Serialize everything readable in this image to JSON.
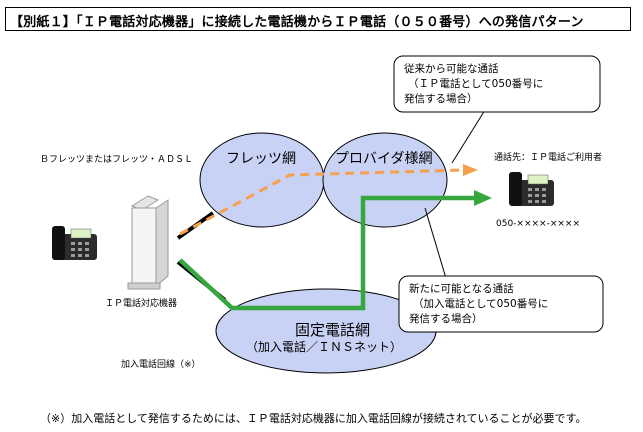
{
  "title": "【別紙１】「ＩＰ電話対応機器」に接続した電話機からＩＰ電話（０５０番号）への発信パターン",
  "labels": {
    "access_line": "Ｂフレッツまたはフレッツ・ＡＤＳＬ",
    "flets": "フレッツ網",
    "provider": "プロバイダ様網",
    "fixed_line_1": "固定電話網",
    "fixed_line_2": "（加入電話／ＩＮＳネット）",
    "ip_device": "ＩＰ電話対応機器",
    "subscriber_line": "加入電話回線（※）",
    "destination": "通話先：ＩＰ電話ご利用者",
    "dest_number": "050-××××-××××"
  },
  "callouts": {
    "existing": {
      "line1": "従来から可能な通話",
      "line2": "（ＩＰ電話として050番号に",
      "line3": "発信する場合）"
    },
    "new": {
      "line1": "新たに可能となる通話",
      "line2": "（加入電話として050番号に",
      "line3": "発信する場合）"
    }
  },
  "note": "（※）加入電話として発信するためには、ＩＰ電話対応機器に加入電話回線が接続されていることが必要です。",
  "colors": {
    "cloud": "#c8d2f4",
    "existing_route": "#f6a04d",
    "new_route": "#36a63e",
    "line": "#000000"
  }
}
